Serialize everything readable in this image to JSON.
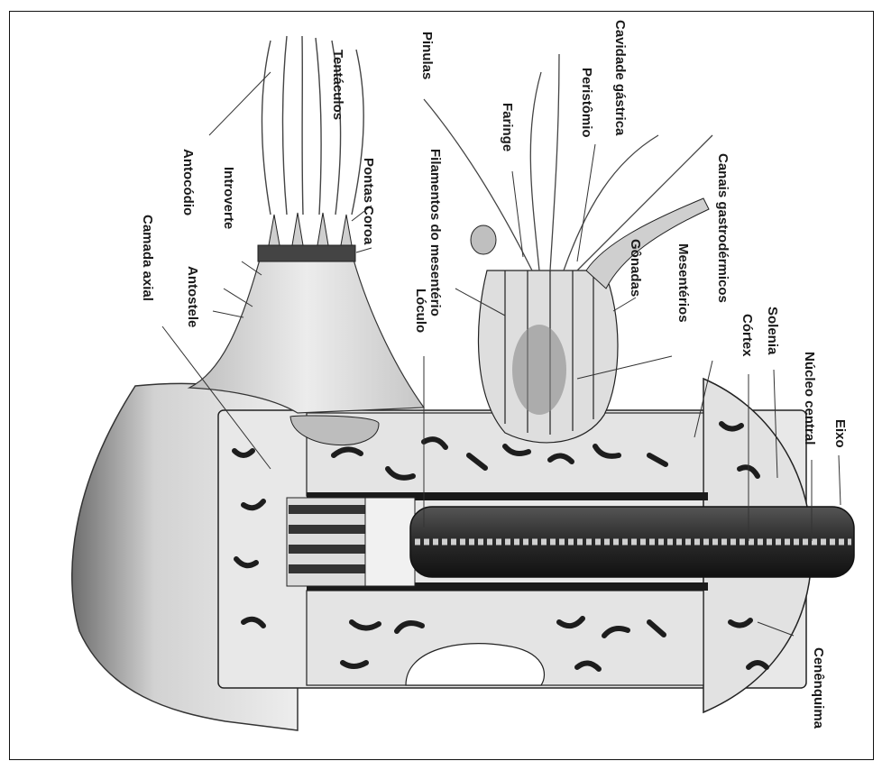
{
  "labels": {
    "tentaculos": "Tentáculos",
    "pinulas": "Pinulas",
    "cavidade_gastrica": "Cavidade gástrica",
    "peristomio": "Peristômio",
    "faringe": "Faringe",
    "antocodio": "Antocódio",
    "introverte": "Introverte",
    "pontas": "Pontas",
    "coroa": "Coroa",
    "filamentos_mesenterio": "Filamentos do mesentério",
    "loculo": "Lóculo",
    "canais_gastrodermicos": "Canais gastrodérmicos",
    "mesenterios": "Mesentérios",
    "gonadas": "Gônadas",
    "cortex": "Córtex",
    "solenia": "Solenia",
    "nucleo_central": "Núcleo central",
    "eixo": "Eixo",
    "camada_axial": "Camada axial",
    "antostele": "Antostele",
    "cenenquima": "Cenênquima"
  },
  "colors": {
    "ink": "#1a1a1a",
    "tissue": "#e6e6e6",
    "canal": "#2a2a2a"
  }
}
